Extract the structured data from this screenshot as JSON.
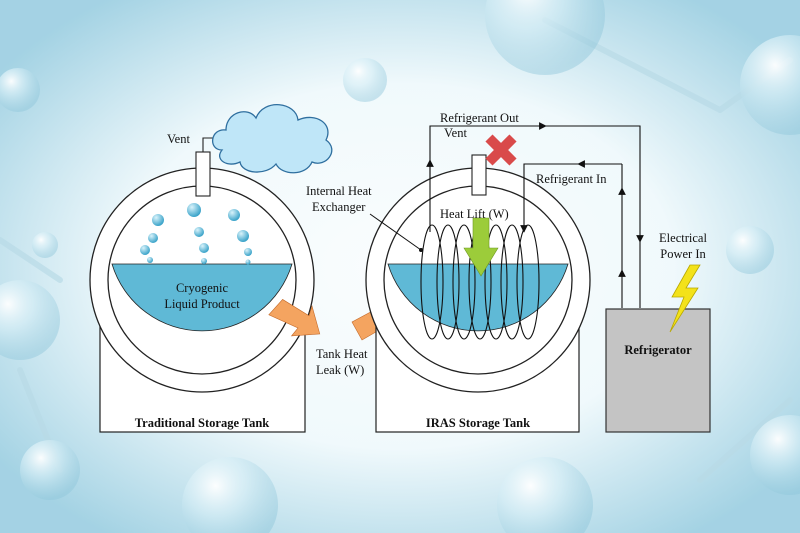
{
  "labels": {
    "vent_left": "Vent",
    "vent_right": "Vent",
    "cryogenic_line1": "Cryogenic",
    "cryogenic_line2": "Liquid Product",
    "traditional_tank": "Traditional Storage Tank",
    "iras_tank": "IRAS Storage Tank",
    "heat_leak_line1": "Tank Heat",
    "heat_leak_line2": "Leak (W)",
    "internal_hx_line1": "Internal Heat",
    "internal_hx_line2": "Exchanger",
    "heat_lift": "Heat Lift (W)",
    "refrigerant_out": "Refrigerant Out",
    "refrigerant_in": "Refrigerant In",
    "electrical_line1": "Electrical",
    "electrical_line2": "Power In",
    "refrigerator": "Refrigerator"
  },
  "colors": {
    "background": "#cfe9f2",
    "liquid": "#5fb9d6",
    "cloud": "#bfe6f8",
    "heat_arrow": "#f4a460",
    "heat_lift_arrow": "#9ccc3a",
    "vent_blocked": "#d94a4a",
    "lightning": "#f3e21a",
    "refrigerator_box": "#c4c4c4"
  }
}
